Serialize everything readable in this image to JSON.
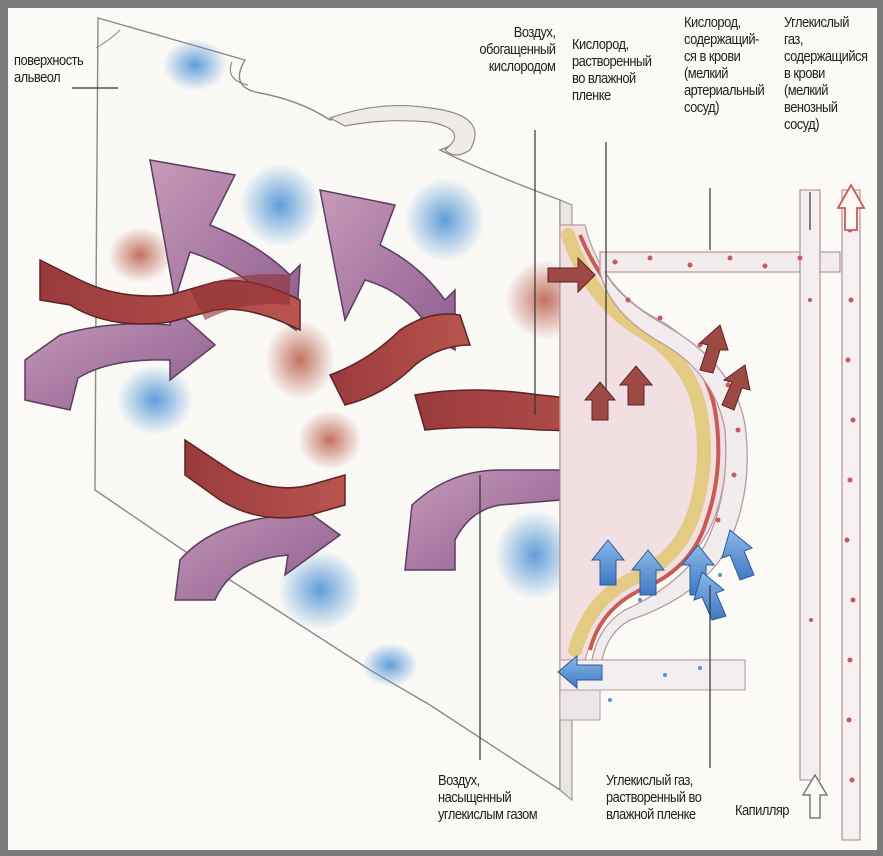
{
  "labels": {
    "alveolar_surface": "поверхность\nальвеол",
    "oxygen_rich_air": "Воздух,\nобогащенный\nкислородом",
    "dissolved_oxygen": "Кислород,\nрастворенный\nво влажной\nпленке",
    "blood_oxygen": "Кислород,\nсодержащий-\nся в крови\n(мелкий\nартериальный\nсосуд)",
    "blood_co2": "Углекислый газ,\nсодержащийся\nв крови\n(мелкий\nвенозный\nсосуд)",
    "co2_air": "Воздух,\nнасыщенный\nуглекислым газом",
    "dissolved_co2": "Углекислый газ,\nрастворенный во\nвлажной пленке",
    "capillary": "Капилляр"
  },
  "colors": {
    "oxygen_arrow": "#9c3d3f",
    "co2_arrow": "#a7789f",
    "membrane": "#f8f7f4",
    "moist_film": "#e6d28c",
    "capillary_wall": "#d7c0c4",
    "blood_blue": "#6f9ed2"
  }
}
